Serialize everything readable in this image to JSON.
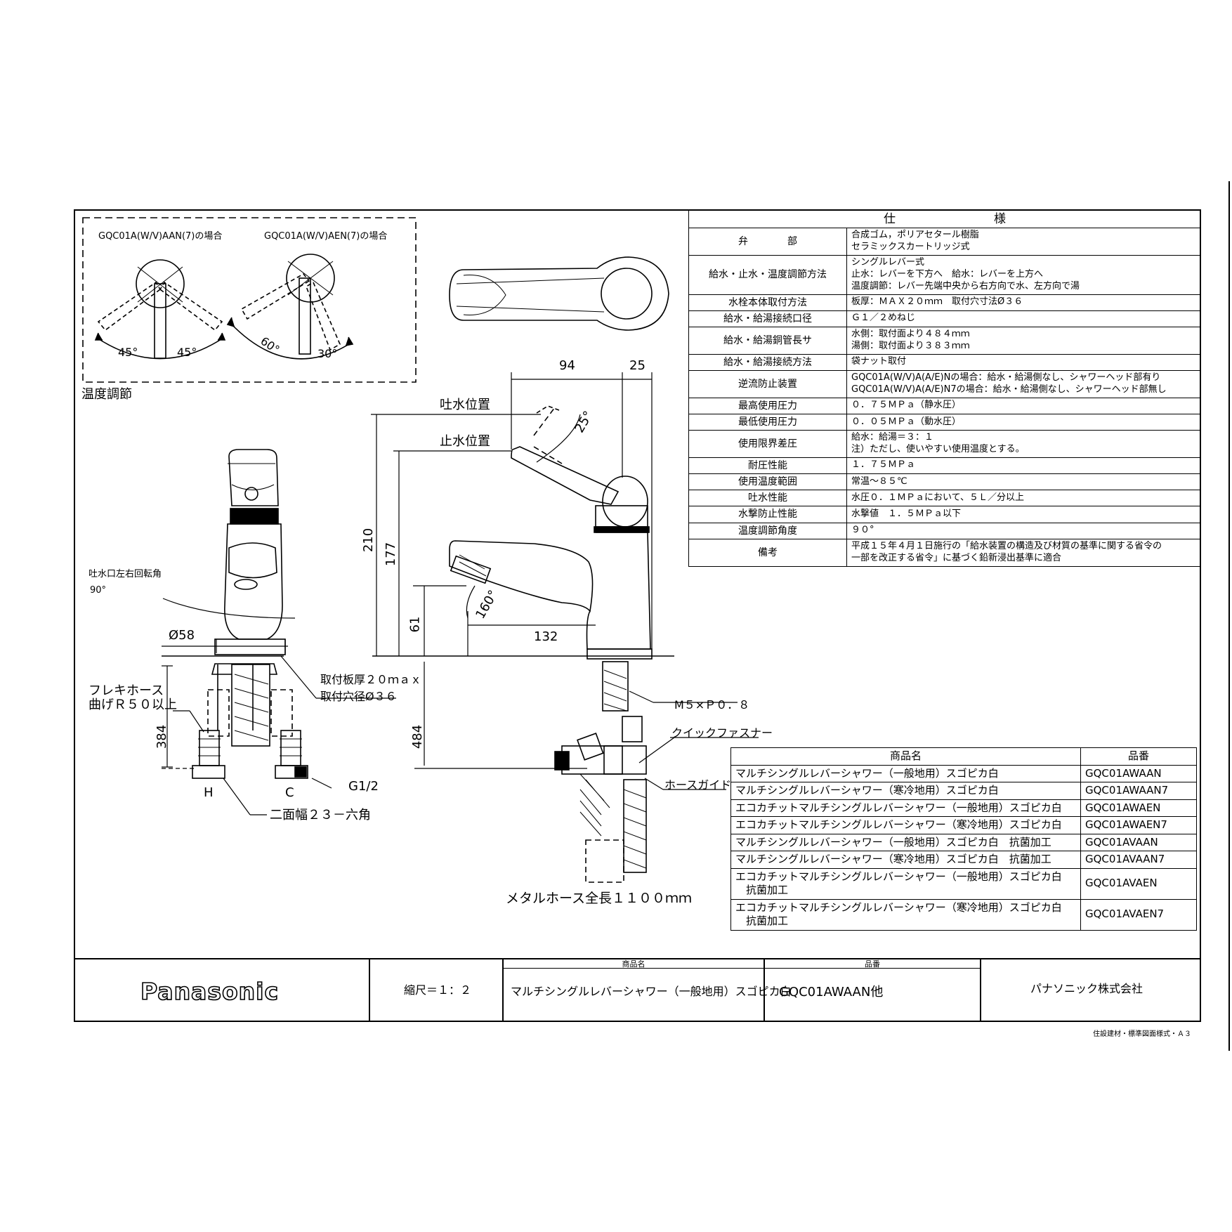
{
  "sheet": {
    "variant_box": {
      "left_caption": "GQC01A(W/V)AAN(7)の場合",
      "right_caption": "GQC01A(W/V)AEN(7)の場合",
      "left_angle_a": "45°",
      "left_angle_b": "45°",
      "right_angle_a": "60°",
      "right_angle_b": "30°"
    },
    "temp_label": "温度調節",
    "front_view": {
      "rotation_label": "吐水口左右回転角",
      "rotation_value": "90°",
      "dia58": "Ø58",
      "flex_hose_1": "フレキホース",
      "flex_hose_2": "曲げＲ５０以上",
      "dim384": "384",
      "label_h": "H",
      "label_c": "C",
      "g12": "G1/2",
      "hex": "二面幅２３－六角",
      "plate_1": "取付板厚２０ｍａｘ",
      "plate_2": "取付穴径Ø３６"
    },
    "side_view": {
      "spout_on": "吐水位置",
      "spout_off": "止水位置",
      "dim94": "94",
      "dim25": "25",
      "angle25": "25°",
      "dim210": "210",
      "dim177": "177",
      "dim61": "61",
      "angle160": "160°",
      "dim132": "132",
      "dim484": "484",
      "m5": "M５×Ｐ０．８",
      "quick": "クイックファスナー",
      "hose_guide": "ホースガイド",
      "metal_hose": "メタルホース全長１１００ｍｍ"
    },
    "spec_table": {
      "header": "仕様",
      "rows": [
        {
          "k": "弁　　　　部",
          "v": [
            "合成ゴム，ポリアセタール樹脂",
            "セラミックスカートリッジ式"
          ]
        },
        {
          "k": "給水・止水・温度調節方法",
          "v": [
            "シングルレバー式",
            "止水：レバーを下方へ　給水：レバーを上方へ",
            "温度調節：レバー先端中央から右方向で水、左方向で湯"
          ]
        },
        {
          "k": "水栓本体取付方法",
          "v": [
            "板厚：ＭＡＸ２０ｍｍ　取付穴寸法Ø３６"
          ]
        },
        {
          "k": "給水・給湯接続口径",
          "v": [
            "Ｇ１／２めねじ"
          ]
        },
        {
          "k": "給水・給湯銅管長サ",
          "v": [
            "水側：取付面より４８４ｍｍ",
            "湯側：取付面より３８３ｍｍ"
          ]
        },
        {
          "k": "給水・給湯接続方法",
          "v": [
            "袋ナット取付"
          ]
        },
        {
          "k": "逆流防止装置",
          "v": [
            "GQC01A(W/V)A(A/E)Nの場合：給水・給湯側なし、シャワーヘッド部有り",
            "GQC01A(W/V)A(A/E)N7の場合：給水・給湯側なし、シャワーヘッド部無し"
          ]
        },
        {
          "k": "最高使用圧力",
          "v": [
            "０．７５ＭＰａ（静水圧）"
          ]
        },
        {
          "k": "最低使用圧力",
          "v": [
            "０．０５ＭＰａ（動水圧）"
          ]
        },
        {
          "k": "使用限界差圧",
          "v": [
            "給水：給湯＝３：１",
            "注）ただし、使いやすい使用温度とする。"
          ]
        },
        {
          "k": "耐圧性能",
          "v": [
            "１．７５ＭＰａ"
          ]
        },
        {
          "k": "使用温度範囲",
          "v": [
            "常温～８５℃"
          ]
        },
        {
          "k": "吐水性能",
          "v": [
            "水圧０．１ＭＰａにおいて、５Ｌ／分以上"
          ]
        },
        {
          "k": "水撃防止性能",
          "v": [
            "水撃値　１．５ＭＰａ以下"
          ]
        },
        {
          "k": "温度調節角度",
          "v": [
            "９０°"
          ]
        },
        {
          "k": "備考",
          "v": [
            "平成１５年４月１日施行の「給水装置の構造及び材質の基準に関する省令の",
            "一部を改正する省令」に基づく鉛新浸出基準に適合"
          ]
        }
      ]
    },
    "product_table": {
      "col_name": "商品名",
      "col_code": "品番",
      "rows": [
        {
          "name": "マルチシングルレバーシャワー（一般地用）スゴピカ白",
          "code": "GQC01AWAAN"
        },
        {
          "name": "マルチシングルレバーシャワー（寒冷地用）スゴピカ白",
          "code": "GQC01AWAAN7"
        },
        {
          "name": "エコカチットマルチシングルレバーシャワー（一般地用）スゴピカ白",
          "code": "GQC01AWAEN"
        },
        {
          "name": "エコカチットマルチシングルレバーシャワー（寒冷地用）スゴピカ白",
          "code": "GQC01AWAEN7"
        },
        {
          "name": "マルチシングルレバーシャワー（一般地用）スゴピカ白　抗菌加工",
          "code": "GQC01AVAAN"
        },
        {
          "name": "マルチシングルレバーシャワー（寒冷地用）スゴピカ白　抗菌加工",
          "code": "GQC01AVAAN7"
        },
        {
          "name": "エコカチットマルチシングルレバーシャワー（一般地用）スゴピカ白\n　抗菌加工",
          "code": "GQC01AVAEN"
        },
        {
          "name": "エコカチットマルチシングルレバーシャワー（寒冷地用）スゴピカ白\n　抗菌加工",
          "code": "GQC01AVAEN7"
        }
      ]
    },
    "title_block": {
      "brand": "Panasonic",
      "scale": "縮尺＝１：２",
      "name_head": "商品名",
      "name": "マルチシングルレバーシャワー（一般地用）スゴピカ白",
      "code_head": "品番",
      "code": "GQC01AWAAN他",
      "company": "パナソニック株式会社"
    },
    "footer_note": "住設建材・標準図面様式・Ａ３"
  }
}
